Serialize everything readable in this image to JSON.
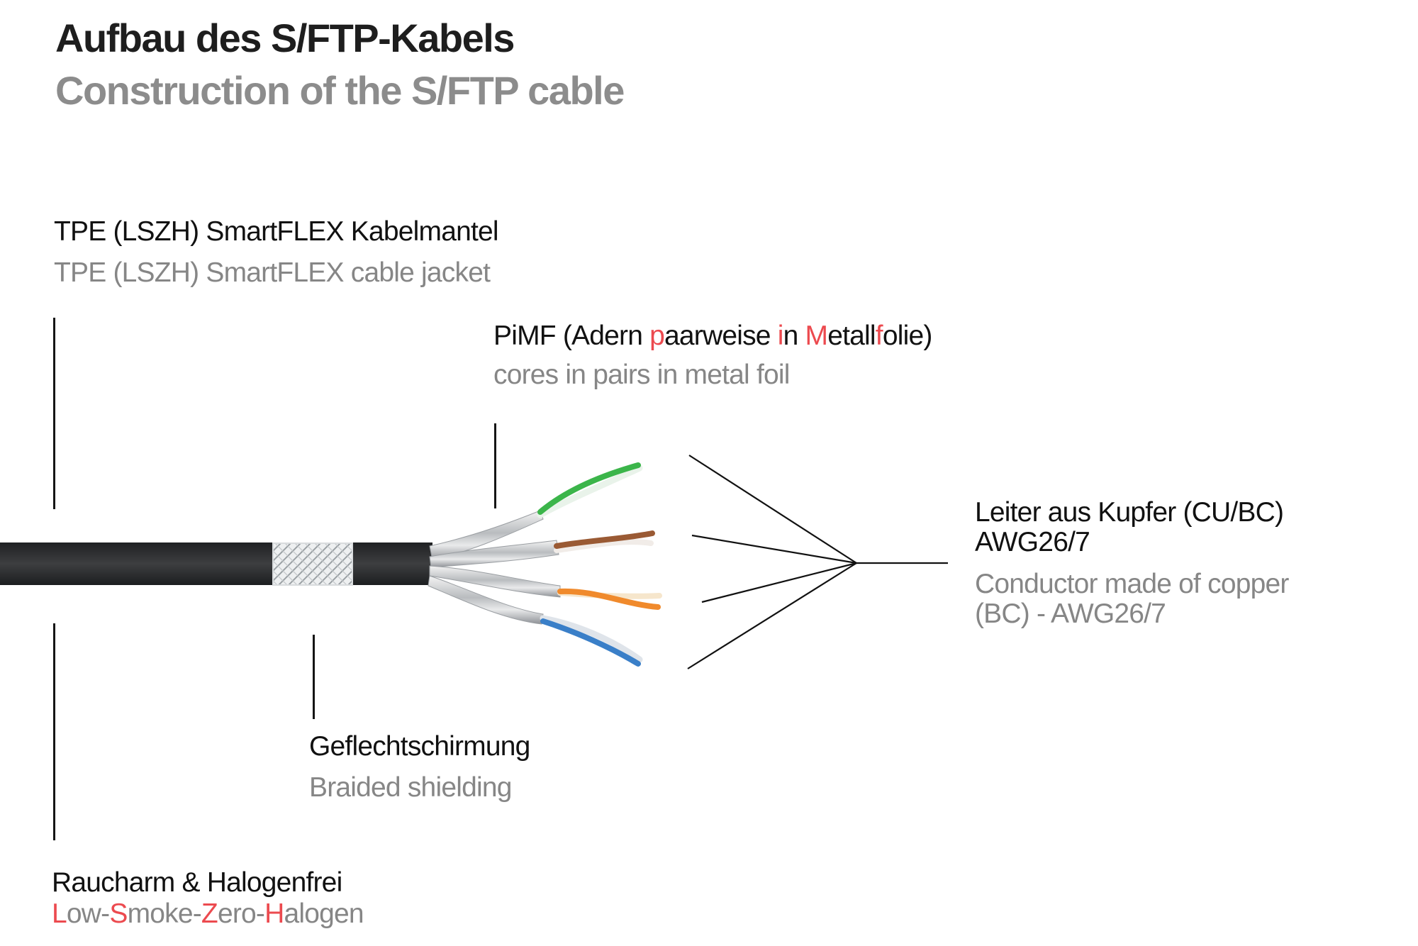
{
  "header": {
    "title": "Aufbau des S/FTP-Kabels",
    "subtitle": "Construction of the S/FTP cable"
  },
  "labels": {
    "jacket": {
      "de": "TPE (LSZH) SmartFLEX Kabelmantel",
      "en": "TPE (LSZH) SmartFLEX cable jacket"
    },
    "pimf": {
      "de_parts": [
        {
          "text": "PiMF (Adern ",
          "highlight": false
        },
        {
          "text": "p",
          "highlight": true
        },
        {
          "text": "aarweise ",
          "highlight": false
        },
        {
          "text": "i",
          "highlight": true
        },
        {
          "text": "n ",
          "highlight": false
        },
        {
          "text": "M",
          "highlight": true
        },
        {
          "text": "etall",
          "highlight": false
        },
        {
          "text": "f",
          "highlight": true
        },
        {
          "text": "olie)",
          "highlight": false
        }
      ],
      "en": "cores in pairs in metal foil"
    },
    "conductor": {
      "de_line1": "Leiter aus Kupfer (CU/BC)",
      "de_line2": "AWG26/7",
      "en_line1": "Conductor made of copper",
      "en_line2": "(BC) - AWG26/7"
    },
    "braid": {
      "de": "Geflechtschirmung",
      "en": "Braided shielding"
    },
    "lszh": {
      "de": "Raucharm & Halogenfrei",
      "en_parts": [
        {
          "text": "L",
          "highlight": true
        },
        {
          "text": "ow-",
          "highlight": false
        },
        {
          "text": "S",
          "highlight": true
        },
        {
          "text": "moke-",
          "highlight": false
        },
        {
          "text": "Z",
          "highlight": true
        },
        {
          "text": "ero-",
          "highlight": false
        },
        {
          "text": "H",
          "highlight": true
        },
        {
          "text": "alogen",
          "highlight": false
        }
      ]
    }
  },
  "colors": {
    "heading": "#1e1e1e",
    "subheading": "#8c8c8c",
    "label_de": "#111111",
    "label_en": "#868686",
    "highlight": "#ec4a4f",
    "jacket": "#252729",
    "pair_colors": [
      "#3bb54a",
      "#9a5a34",
      "#f08a2c",
      "#3a7fc8"
    ]
  }
}
